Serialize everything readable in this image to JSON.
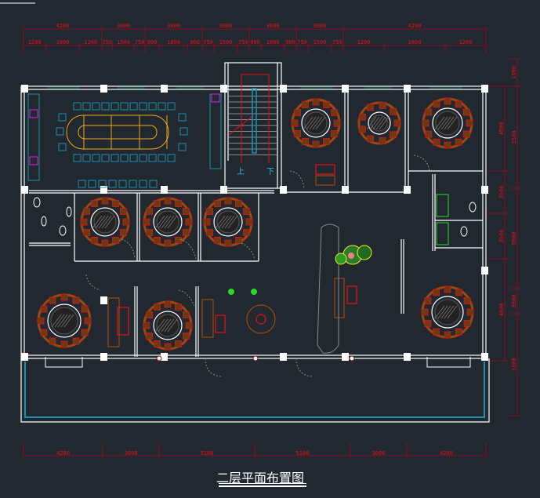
{
  "drawing": {
    "title": "二层平面布置图",
    "colors": {
      "background": "#212830",
      "wall": "#ffffff",
      "dimension": "#e8101a",
      "dimension_line": "#8b0a1e",
      "furniture_dining": "#9a4a10",
      "furniture_red": "#e8101a",
      "meeting_chairs": "#1e8fb0",
      "meeting_table": "#f0a818",
      "accent_magenta": "#e020e0",
      "glass": "#1e8fb0",
      "plants": "#2a9a2a",
      "door": "#2d4a44"
    }
  },
  "dimensions": {
    "top_overall": [
      "4200",
      "3000",
      "3600",
      "3000",
      "3600",
      "3000",
      "4200"
    ],
    "top_detail": [
      "1200",
      "1800",
      "1200",
      "750",
      "1500",
      "750",
      "900",
      "1800",
      "900",
      "750",
      "1500",
      "750",
      "900",
      "1800",
      "900",
      "750",
      "1500",
      "750",
      "1200",
      "1800",
      "1200"
    ],
    "right_inner": [
      "4500",
      "3500",
      "3500",
      "4000"
    ],
    "right_outer": [
      "1500",
      "5500",
      "5000",
      "3000",
      "3300"
    ],
    "bottom": [
      "4200",
      "3000",
      "5100",
      "5100",
      "3000",
      "4200"
    ]
  },
  "stair_labels": {
    "up": "上",
    "down": "下"
  }
}
